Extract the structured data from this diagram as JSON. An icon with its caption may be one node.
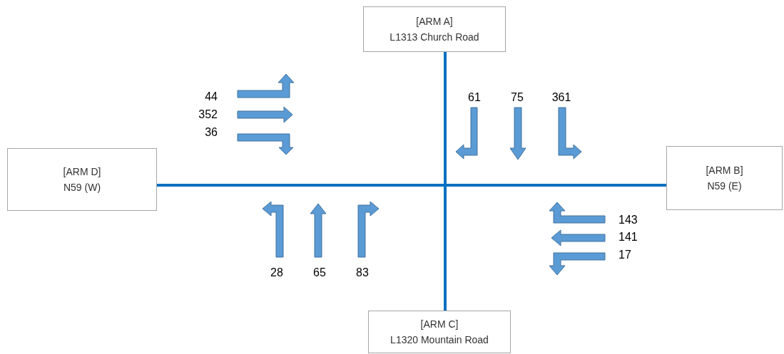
{
  "diagram": {
    "nodes": [
      {
        "text": [
          "[ARM A]",
          "L1313 Church Road"
        ]
      },
      {
        "text": [
          "[ARM D]",
          "N59 (W)"
        ]
      },
      {
        "text": [
          "[ARM B]",
          "N59 (E)"
        ]
      },
      {
        "text": [
          "[ARM C]",
          "L1320 Mountain Road"
        ]
      }
    ],
    "edges": [
      {
        "from": 0,
        "to": 3,
        "arrow": "none"
      },
      {
        "from": 1,
        "to": 2,
        "arrow": "none"
      }
    ],
    "labels": [
      "44",
      "352",
      "36",
      "61",
      "75",
      "361",
      "143",
      "141",
      "17",
      "28",
      "65",
      "83"
    ]
  }
}
